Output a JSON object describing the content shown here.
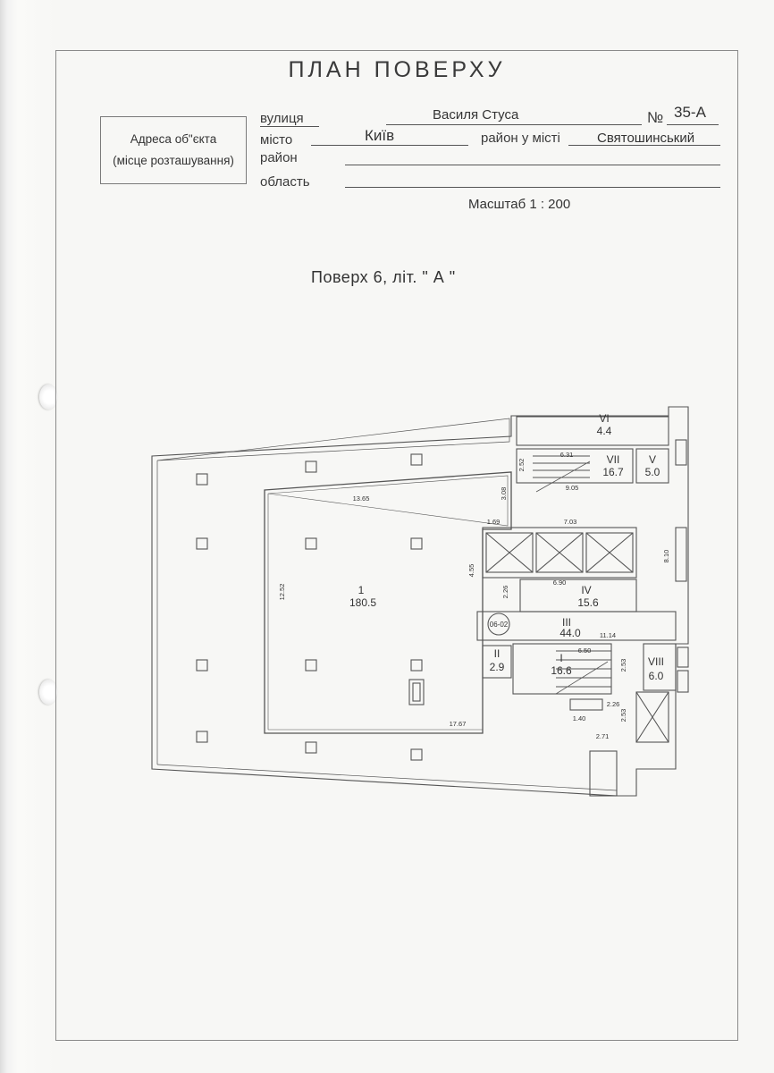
{
  "title": "ПЛАН  ПОВЕРХУ",
  "address_box": {
    "line1": "Адреса об\"єкта",
    "line2": "(місце розташування)"
  },
  "fields": {
    "street_label": "вулиця",
    "street_value": "Василя Стуса",
    "number_label": "№",
    "number_value": "35-А",
    "city_label": "місто",
    "city_value": "Київ",
    "district_in_city_label": "район у місті",
    "district_in_city_value": "Святошинський",
    "district_label": "район",
    "region_label": "область"
  },
  "scale": "Масштаб 1 : 200",
  "floor_title": "Поверх 6, літ. \"  А  \"",
  "plan": {
    "rooms": [
      {
        "id": "1",
        "area": "180.5"
      },
      {
        "id": "I",
        "area": "16.6"
      },
      {
        "id": "II",
        "area": "2.9"
      },
      {
        "id": "III",
        "area": "44.0"
      },
      {
        "id": "IV",
        "area": "15.6"
      },
      {
        "id": "V",
        "area": "5.0"
      },
      {
        "id": "VI",
        "area": "4.4"
      },
      {
        "id": "VII",
        "area": "16.7"
      },
      {
        "id": "VIII",
        "area": "6.0"
      }
    ],
    "unit_tag": "06-02",
    "dimensions": [
      "13.65",
      "12.52",
      "17.67",
      "3.08",
      "1.69",
      "7.03",
      "9.05",
      "6.31",
      "2.52",
      "4.55",
      "2.26",
      "6.90",
      "8.10",
      "11.14",
      "6.50",
      "2.53",
      "2.26",
      "1.40",
      "2.53",
      "2.71"
    ]
  }
}
